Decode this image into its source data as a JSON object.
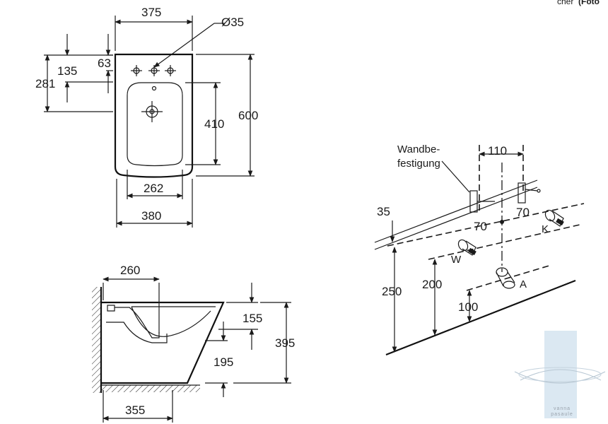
{
  "corner_caption": {
    "prefix": "cher",
    "bold": "(Foto"
  },
  "top_view": {
    "dim_width_top": "375",
    "dim_hole_diameter": "Ø35",
    "dim_63": "63",
    "dim_135": "135",
    "dim_281": "281",
    "dim_410": "410",
    "dim_600": "600",
    "dim_262": "262",
    "dim_380": "380"
  },
  "side_view": {
    "dim_260": "260",
    "dim_155": "155",
    "dim_395": "395",
    "dim_195": "195",
    "dim_355": "355"
  },
  "installation": {
    "wall_mount_label_line1": "Wandbe-",
    "wall_mount_label_line2": "festigung",
    "dim_110": "110",
    "dim_35": "35",
    "dim_70_left": "70",
    "dim_70_right": "70",
    "dim_250": "250",
    "dim_200": "200",
    "dim_100": "100",
    "label_w": "W",
    "label_k": "K",
    "label_a": "A"
  },
  "watermark_text": {
    "line1": "vanna",
    "line2": "pasaule"
  },
  "colors": {
    "line": "#1a1a1a",
    "watermark": "#cfe0ee"
  }
}
